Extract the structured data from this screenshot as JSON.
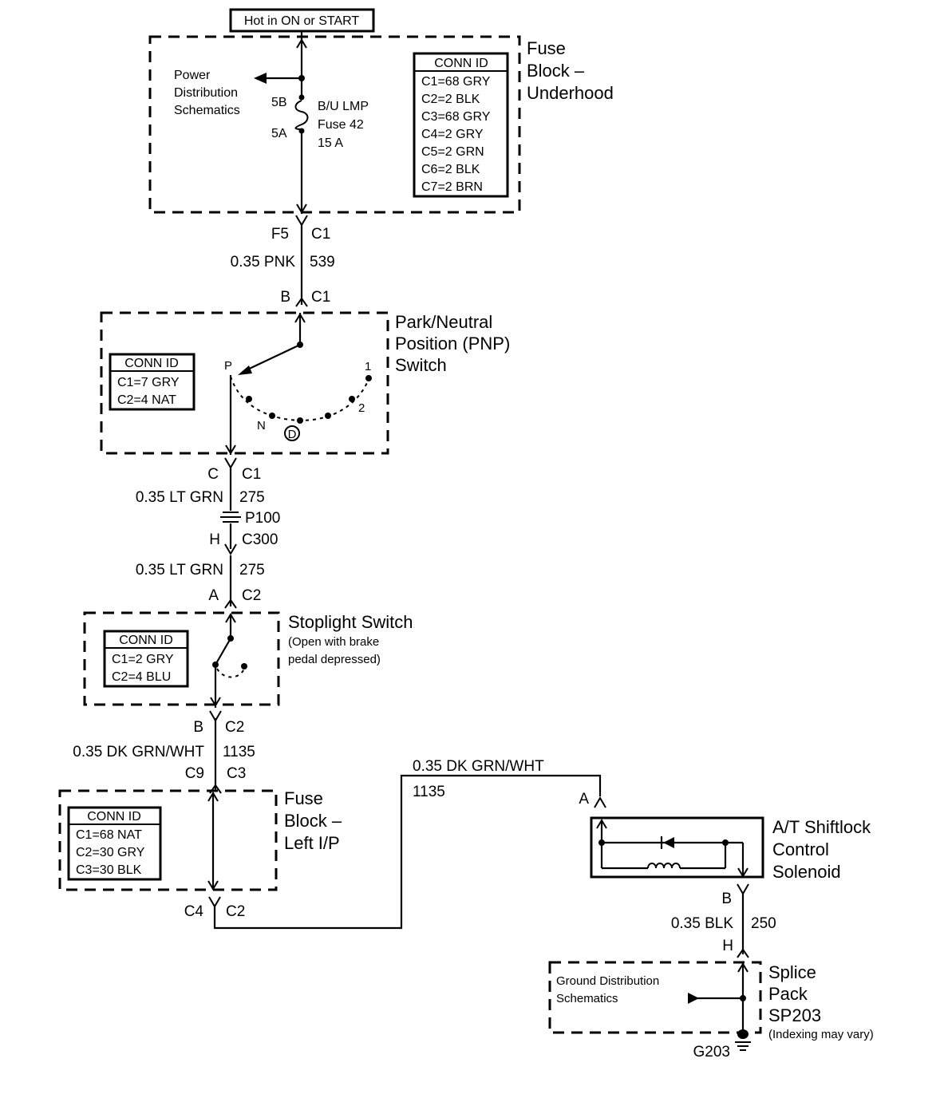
{
  "supply": {
    "label": "Hot in ON or START"
  },
  "fuse_block_underhood": {
    "name": [
      "Fuse",
      "Block –",
      "Underhood"
    ],
    "power_ref": [
      "Power",
      "Distribution",
      "Schematics"
    ],
    "terminal_top": "5B",
    "terminal_bottom": "5A",
    "fuse_label": [
      "B/U LMP",
      "Fuse 42",
      "15 A"
    ],
    "conn_id": {
      "header": "CONN ID",
      "rows": [
        "C1=68 GRY",
        "C2=2 BLK",
        "C3=68 GRY",
        "C4=2 GRY",
        "C5=2 GRN",
        "C6=2 BLK",
        "C7=2 BRN"
      ]
    }
  },
  "wire_539": {
    "top_pin": "F5",
    "top_conn": "C1",
    "gauge_color": "0.35 PNK",
    "circuit": "539",
    "bottom_pin": "B",
    "bottom_conn": "C1"
  },
  "pnp_switch": {
    "name": [
      "Park/Neutral",
      "Position (PNP)",
      "Switch"
    ],
    "positions": {
      "park": "P",
      "neutral": "N",
      "drive": "D",
      "second": "2",
      "first": "1"
    },
    "conn_id": {
      "header": "CONN ID",
      "rows": [
        "C1=7 GRY",
        "C2=4 NAT"
      ]
    }
  },
  "wire_275_a": {
    "top_pin": "C",
    "top_conn": "C1",
    "gauge_color": "0.35 LT GRN",
    "circuit": "275",
    "inline": "P100",
    "bottom_pin": "H",
    "bottom_conn": "C300"
  },
  "wire_275_b": {
    "gauge_color": "0.35 LT GRN",
    "circuit": "275",
    "bottom_pin": "A",
    "bottom_conn": "C2"
  },
  "stoplight_switch": {
    "name": "Stoplight Switch",
    "note": [
      "(Open with brake",
      "pedal depressed)"
    ],
    "conn_id": {
      "header": "CONN ID",
      "rows": [
        "C1=2 GRY",
        "C2=4 BLU"
      ]
    }
  },
  "wire_1135_a": {
    "top_pin": "B",
    "top_conn": "C2",
    "gauge_color": "0.35 DK GRN/WHT",
    "circuit": "1135",
    "bottom_pin": "C9",
    "bottom_conn": "C3"
  },
  "fuse_block_left": {
    "name": [
      "Fuse",
      "Block –",
      "Left I/P"
    ],
    "conn_id": {
      "header": "CONN ID",
      "rows": [
        "C1=68 NAT",
        "C2=30 GRY",
        "C3=30 BLK"
      ]
    },
    "out_pin": "C4",
    "out_conn": "C2"
  },
  "wire_1135_b": {
    "gauge_color": "0.35 DK GRN/WHT",
    "circuit": "1135",
    "pin": "A"
  },
  "shiftlock": {
    "name": [
      "A/T Shiftlock",
      "Control",
      "Solenoid"
    ]
  },
  "wire_250": {
    "top_pin": "B",
    "gauge_color": "0.35 BLK",
    "circuit": "250",
    "bottom_pin": "H"
  },
  "splice_pack": {
    "name": [
      "Splice",
      "Pack",
      "SP203"
    ],
    "note": "(Indexing may vary)",
    "ground_ref": [
      "Ground Distribution",
      "Schematics"
    ],
    "ground": "G203"
  }
}
